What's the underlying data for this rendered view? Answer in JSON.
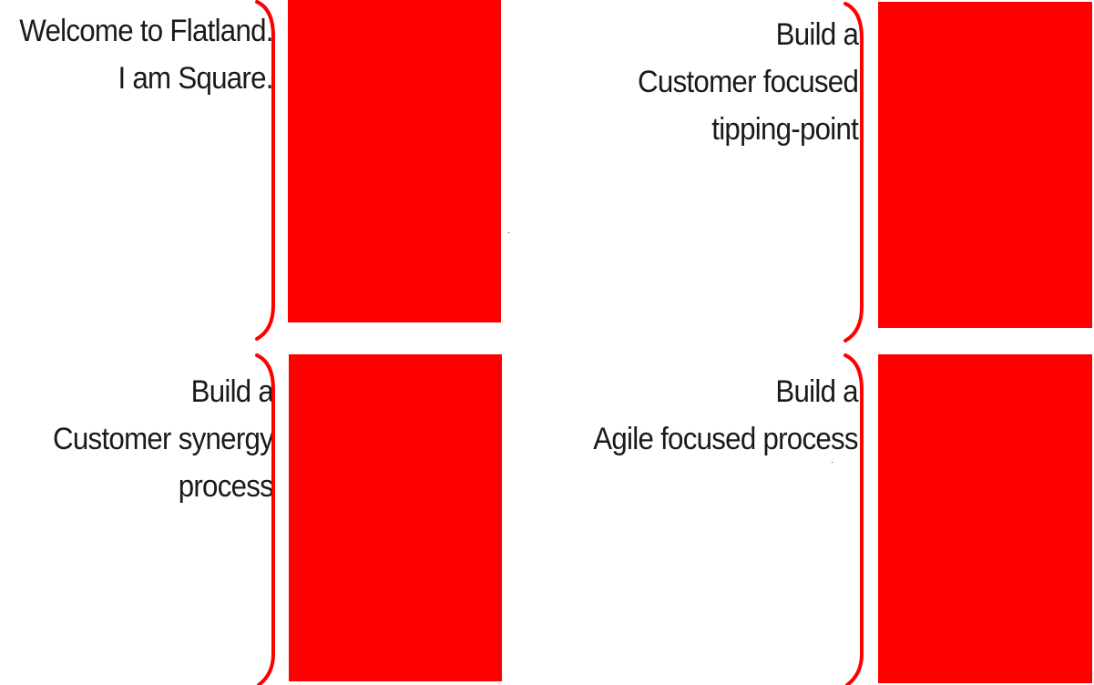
{
  "colors": {
    "square_fill": "#ff0000",
    "brace_stroke": "#ff0000",
    "text": "#1a1a1a",
    "background": "#ffffff"
  },
  "panels": [
    {
      "lines": [
        "Welcome to Flatland.",
        "I am Square."
      ]
    },
    {
      "lines": [
        "Build a",
        "Customer focused",
        "tipping-point"
      ]
    },
    {
      "lines": [
        "Build a",
        "Customer synergy",
        "process"
      ]
    },
    {
      "lines": [
        "Build a",
        "Agile focused process"
      ]
    }
  ]
}
